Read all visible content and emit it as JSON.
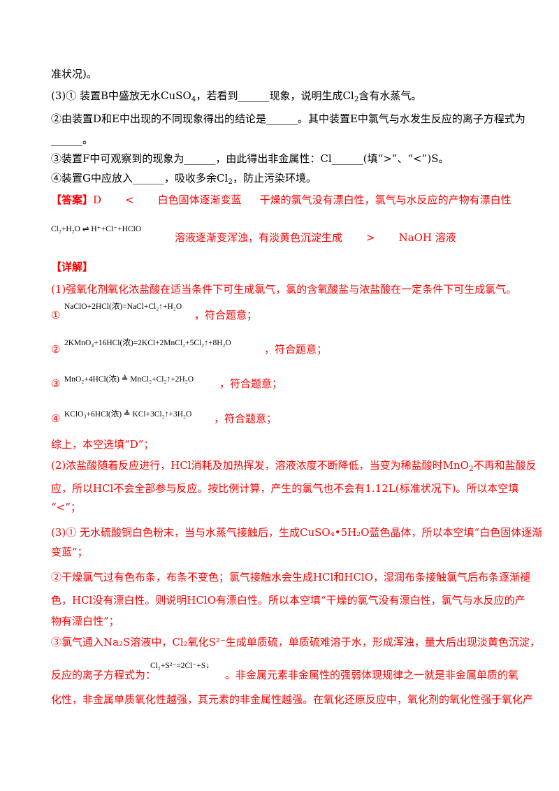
{
  "q": {
    "l1": "准状况)。",
    "l2a": "(3)① 装置B中盛放无水CuSO",
    "l2b": "，若看到______现象，说明生成Cl",
    "l2c": "含有水蒸气。",
    "l3": "②由装置D和E中出现的不同现象得出的结论是______。其中装置E中氯气与水发生反应的离子方程式为",
    "l4": "______。",
    "l5": "③装置F中可观察到的现象为______，由此得出非金属性：Cl______(填“>”、“<”)S。",
    "l6a": "④装置G中应放入______，吸收多余Cl",
    "l6b": "，防止污染环境。"
  },
  "answer": {
    "label": "【答案】",
    "a1": "D",
    "a2": "<",
    "a3": "白色固体逐渐变蓝",
    "a4": "干燥的氯气没有漂白性，氯气与水反应的产物有漂白性",
    "eq1": "Cl₂+H₂O ⇌ H⁺+Cl⁻+HClO",
    "a5": "溶液逐渐变浑浊，有淡黄色沉淀生成",
    "a6": ">",
    "a7": "NaOH 溶液"
  },
  "detail": {
    "label": "【详解】",
    "p1": "(1)强氧化剂氧化浓盐酸在适当条件下可生成氯气，氯的含氧酸盐与浓盐酸在一定条件下可生成氯气。",
    "n1": "①",
    "e1": "NaClO+2HCl(浓)=NaCl+Cl₂↑+H₂O",
    "c1": "，符合题意；",
    "n2": "②",
    "e2": "2KMnO₄+16HCl(浓)=2KCl+2MnCl₂+5Cl₂↑+8H₂O",
    "c2": "，符合题意；",
    "n3": "③",
    "e3": "MnO₂+4HCl(浓) ≜ MnCl₂+Cl₂↑+2H₂O",
    "c3": "，符合题意；",
    "n4": "④",
    "e4": "KClO₃+6HCl(浓) ≜ KCl+3Cl₂↑+3H₂O",
    "c4": "，符合题意；",
    "p2": "综上，本空选填“D”；",
    "p3a": "(2)浓盐酸随着反应进行，HCl消耗及加热挥发，溶液浓度不断降低，当变为稀盐酸时MnO",
    "p3b": "不再和盐酸反",
    "p4": "应，所以HCl不会全部参与反应。按比例计算，产生的氯气也不会有1.12L(标准状况下)。所以本空填",
    "p5": "“<”；",
    "p6": "(3)① 无水硫酸铜白色粉末，当与水蒸气接触后，生成CuSO₄•5H₂O蓝色晶体，所以本空填“白色固体逐渐",
    "p7": "变蓝”；",
    "p8": "②干燥氯气过有色布条，布条不变色；氯气接触水会生成HCl和HClO，湿润布条接触氯气后布条逐渐褪",
    "p9": "色，HCl没有漂白性。则说明HClO有漂白性。所以本空填“干燥的氯气没有漂白性，氯气与水反应的产",
    "p10": "物有漂白性”；",
    "p11": "③氯气通入Na₂S溶液中，Cl₂氧化S²⁻生成单质硫，单质硫难溶于水，形成浑浊，量大后出现淡黄色沉淀，",
    "p12a": "反应的离子方程式为：",
    "e5": "Cl₂+S²⁻=2Cl⁻+S↓",
    "p12b": "。非金属元素非金属性的强弱体现规律之一就是非金属单质的氧",
    "p13": "化性，非金属单质氧化性越强，其元素的非金属性越强。在氧化还原反应中，氧化剂的氧化性强于氧化产"
  }
}
